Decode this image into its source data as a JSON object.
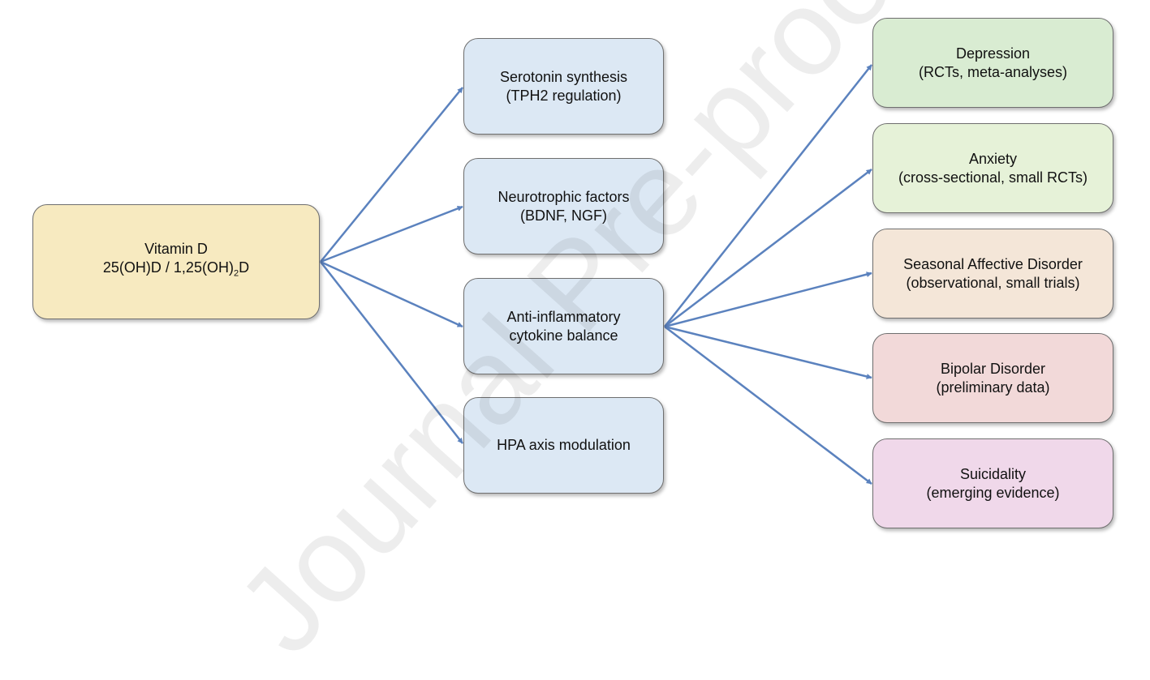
{
  "watermark": "Journal Pre-proof",
  "nodes": {
    "vitamin_d": {
      "line1": "Vitamin D",
      "line2_prefix": "25(OH)D / 1,25(OH)",
      "line2_sub": "2",
      "line2_suffix": "D"
    },
    "serotonin": {
      "line1": "Serotonin synthesis",
      "line2": "(TPH2 regulation)"
    },
    "neurotrophic": {
      "line1": "Neurotrophic factors",
      "line2": "(BDNF, NGF)"
    },
    "anti_inflammatory": {
      "line1": "Anti-inflammatory",
      "line2": "cytokine balance"
    },
    "hpa": {
      "line1": "HPA axis modulation"
    },
    "depression": {
      "line1": "Depression",
      "line2": "(RCTs, meta-analyses)"
    },
    "anxiety": {
      "line1": "Anxiety",
      "line2": "(cross-sectional, small RCTs)"
    },
    "sad": {
      "line1": "Seasonal Affective Disorder",
      "line2": "(observational, small trials)"
    },
    "bipolar": {
      "line1": "Bipolar Disorder",
      "line2": "(preliminary data)"
    },
    "suicidality": {
      "line1": "Suicidality",
      "line2": "(emerging evidence)"
    }
  },
  "colors": {
    "arrow": "#5b82be",
    "mechanism_fill": "#dce8f4",
    "source_fill": "#f7eac0",
    "depression_fill": "#d9ecd2",
    "anxiety_fill": "#e6f2d8",
    "sad_fill": "#f4e6d8",
    "bipolar_fill": "#f2d9d9",
    "suicidality_fill": "#f0d8ea"
  }
}
